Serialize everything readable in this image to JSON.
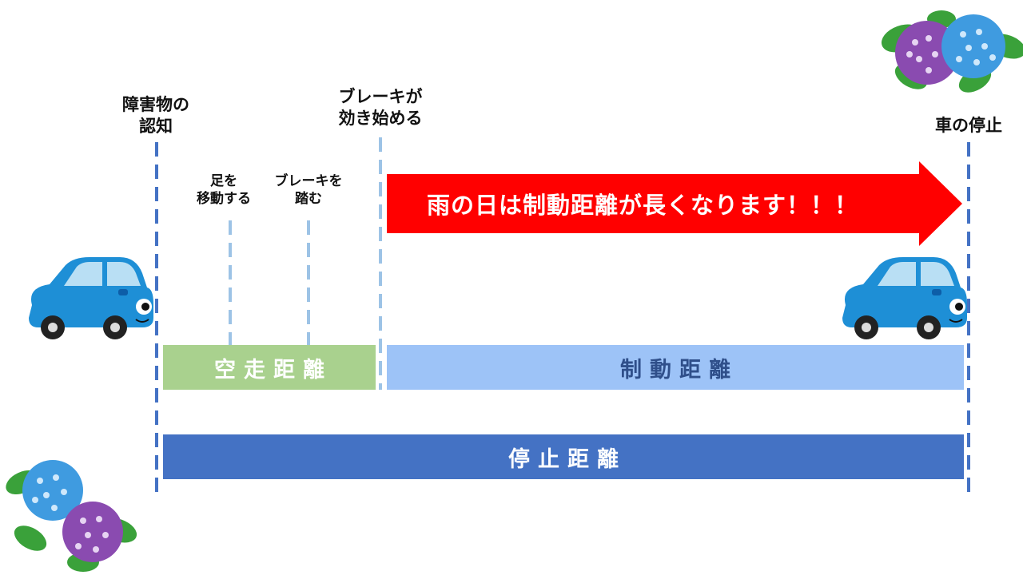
{
  "labels": {
    "recognition": "障害物の\n認知",
    "brake_effective": "ブレーキが\n効き始める",
    "car_stop": "車の停止",
    "move_foot": "足を\n移動する",
    "press_brake": "ブレーキを\n踏む"
  },
  "arrow": {
    "text": "雨の日は制動距離が長くなります！！！",
    "color": "#ff0000"
  },
  "bars": {
    "free_running": {
      "text": "空走距離",
      "color": "#a9d18e"
    },
    "braking": {
      "text": "制動距離",
      "color": "#9dc3f7"
    },
    "stopping": {
      "text": "停止距離",
      "color": "#4472c4"
    }
  },
  "icons": [
    "car-icon",
    "hydrangea-icon"
  ],
  "colors": {
    "line_dark": "#4472c4",
    "line_light": "#9dc3e6"
  }
}
